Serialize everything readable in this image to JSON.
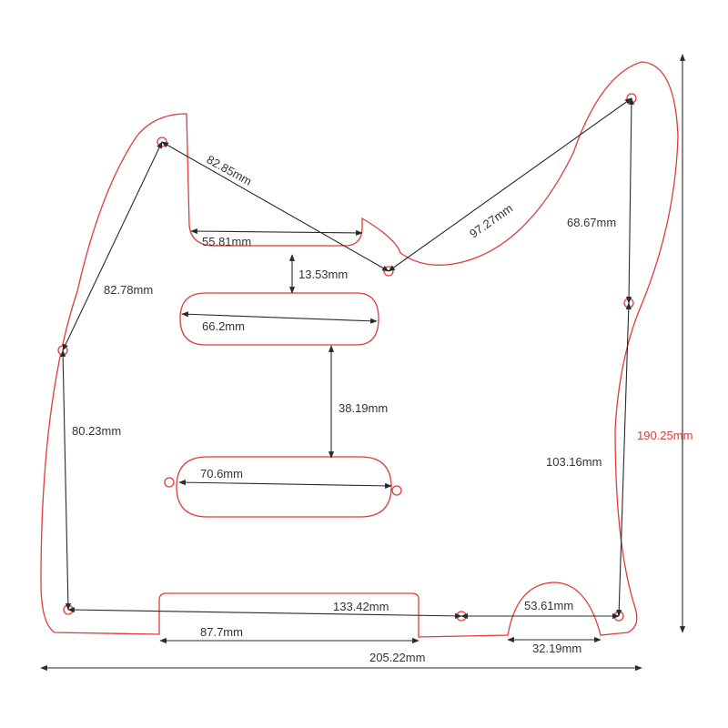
{
  "colors": {
    "outline": "#e03a3a",
    "dimension": "#2a2a2a",
    "text": "#333333",
    "highlight": "#e03a3a"
  },
  "dimensions": {
    "hole_upper_left_to_lower_neck_hole": "82.85mm",
    "neck_pocket_width": "55.81mm",
    "neck_hole_to_upper_right_hole": "97.27mm",
    "upper_right_hole_to_mid_right_hole": "68.67mm",
    "upper_left_hole_to_left_mid_hole": "82.78mm",
    "neck_pocket_to_pickup1": "13.53mm",
    "pickup1_length": "66.2mm",
    "pickup1_to_pickup2": "38.19mm",
    "left_mid_hole_to_bottom_left_hole": "80.23mm",
    "pickup2_length": "70.6mm",
    "mid_right_hole_to_bottom_right_hole": "103.16mm",
    "overall_height": "190.25mm",
    "bottom_left_hole_to_bottom_mid_hole": "133.42mm",
    "jack_cutout_width": "53.61mm",
    "bottom_cutout_width": "87.7mm",
    "jack_cutout_base": "32.19mm",
    "overall_width": "205.22mm"
  }
}
